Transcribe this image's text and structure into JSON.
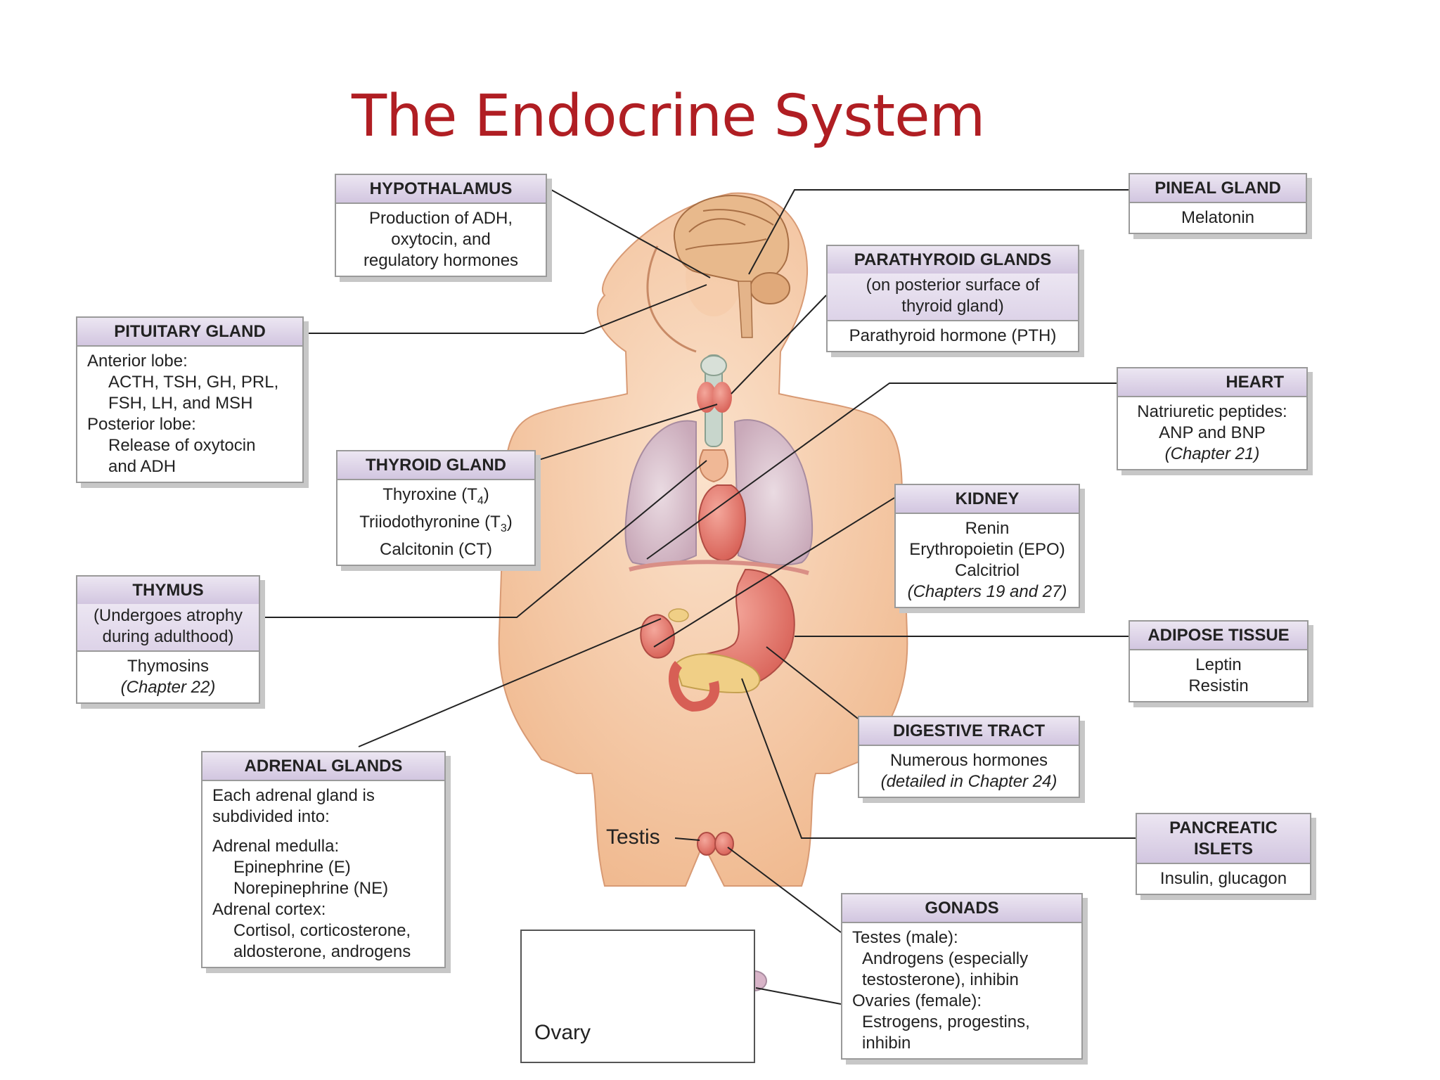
{
  "title": "The Endocrine System",
  "labels": {
    "testis": "Testis",
    "ovary": "Ovary"
  },
  "boxes": {
    "hypothalamus": {
      "header": "HYPOTHALAMUS",
      "lines": [
        "Production of ADH,",
        "oxytocin, and",
        "regulatory hormones"
      ]
    },
    "pituitary": {
      "header": "PITUITARY GLAND",
      "lines": [
        "Anterior lobe:",
        "ACTH, TSH, GH, PRL,",
        "FSH, LH, and MSH",
        "Posterior lobe:",
        "Release of oxytocin",
        "and ADH"
      ]
    },
    "thyroid": {
      "header": "THYROID GLAND",
      "l1_pre": "Thyroxine (T",
      "l1_sub": "4",
      "l1_post": ")",
      "l2_pre": "Triiodothyronine (T",
      "l2_sub": "3",
      "l2_post": ")",
      "l3": "Calcitonin (CT)"
    },
    "thymus": {
      "header": "THYMUS",
      "sub": [
        "(Undergoes atrophy",
        "during adulthood)"
      ],
      "lines": [
        "Thymosins",
        "(Chapter 22)"
      ]
    },
    "adrenal": {
      "header": "ADRENAL GLANDS",
      "lines": [
        "Each adrenal gland is",
        "subdivided into:",
        "Adrenal medulla:",
        "Epinephrine (E)",
        "Norepinephrine (NE)",
        "Adrenal cortex:",
        "Cortisol, corticosterone,",
        "aldosterone, androgens"
      ]
    },
    "pineal": {
      "header": "PINEAL GLAND",
      "lines": [
        "Melatonin"
      ]
    },
    "parathyroid": {
      "header": "PARATHYROID GLANDS",
      "sub": [
        "(on posterior surface of",
        "thyroid gland)"
      ],
      "lines": [
        "Parathyroid hormone (PTH)"
      ]
    },
    "heart": {
      "header": "HEART",
      "lines": [
        "Natriuretic peptides:",
        "ANP and BNP",
        "(Chapter 21)"
      ]
    },
    "kidney": {
      "header": "KIDNEY",
      "lines": [
        "Renin",
        "Erythropoietin (EPO)",
        "Calcitriol",
        "(Chapters 19 and 27)"
      ]
    },
    "adipose": {
      "header": "ADIPOSE TISSUE",
      "lines": [
        "Leptin",
        "Resistin"
      ]
    },
    "digestive": {
      "header": "DIGESTIVE TRACT",
      "lines": [
        "Numerous hormones",
        "(detailed in Chapter 24)"
      ]
    },
    "pancreatic": {
      "header": [
        "PANCREATIC",
        "ISLETS"
      ],
      "lines": [
        "Insulin, glucagon"
      ]
    },
    "gonads": {
      "header": "GONADS",
      "lines": [
        "Testes (male):",
        "Androgens (especially",
        "testosterone), inhibin",
        "Ovaries (female):",
        "Estrogens, progestins,",
        "inhibin"
      ]
    }
  },
  "colors": {
    "title": "#b01e23",
    "box_header": "#d8cde4",
    "skin": "#f7cfae",
    "organ": "#e2766d",
    "lung": "#d9c3cf"
  }
}
